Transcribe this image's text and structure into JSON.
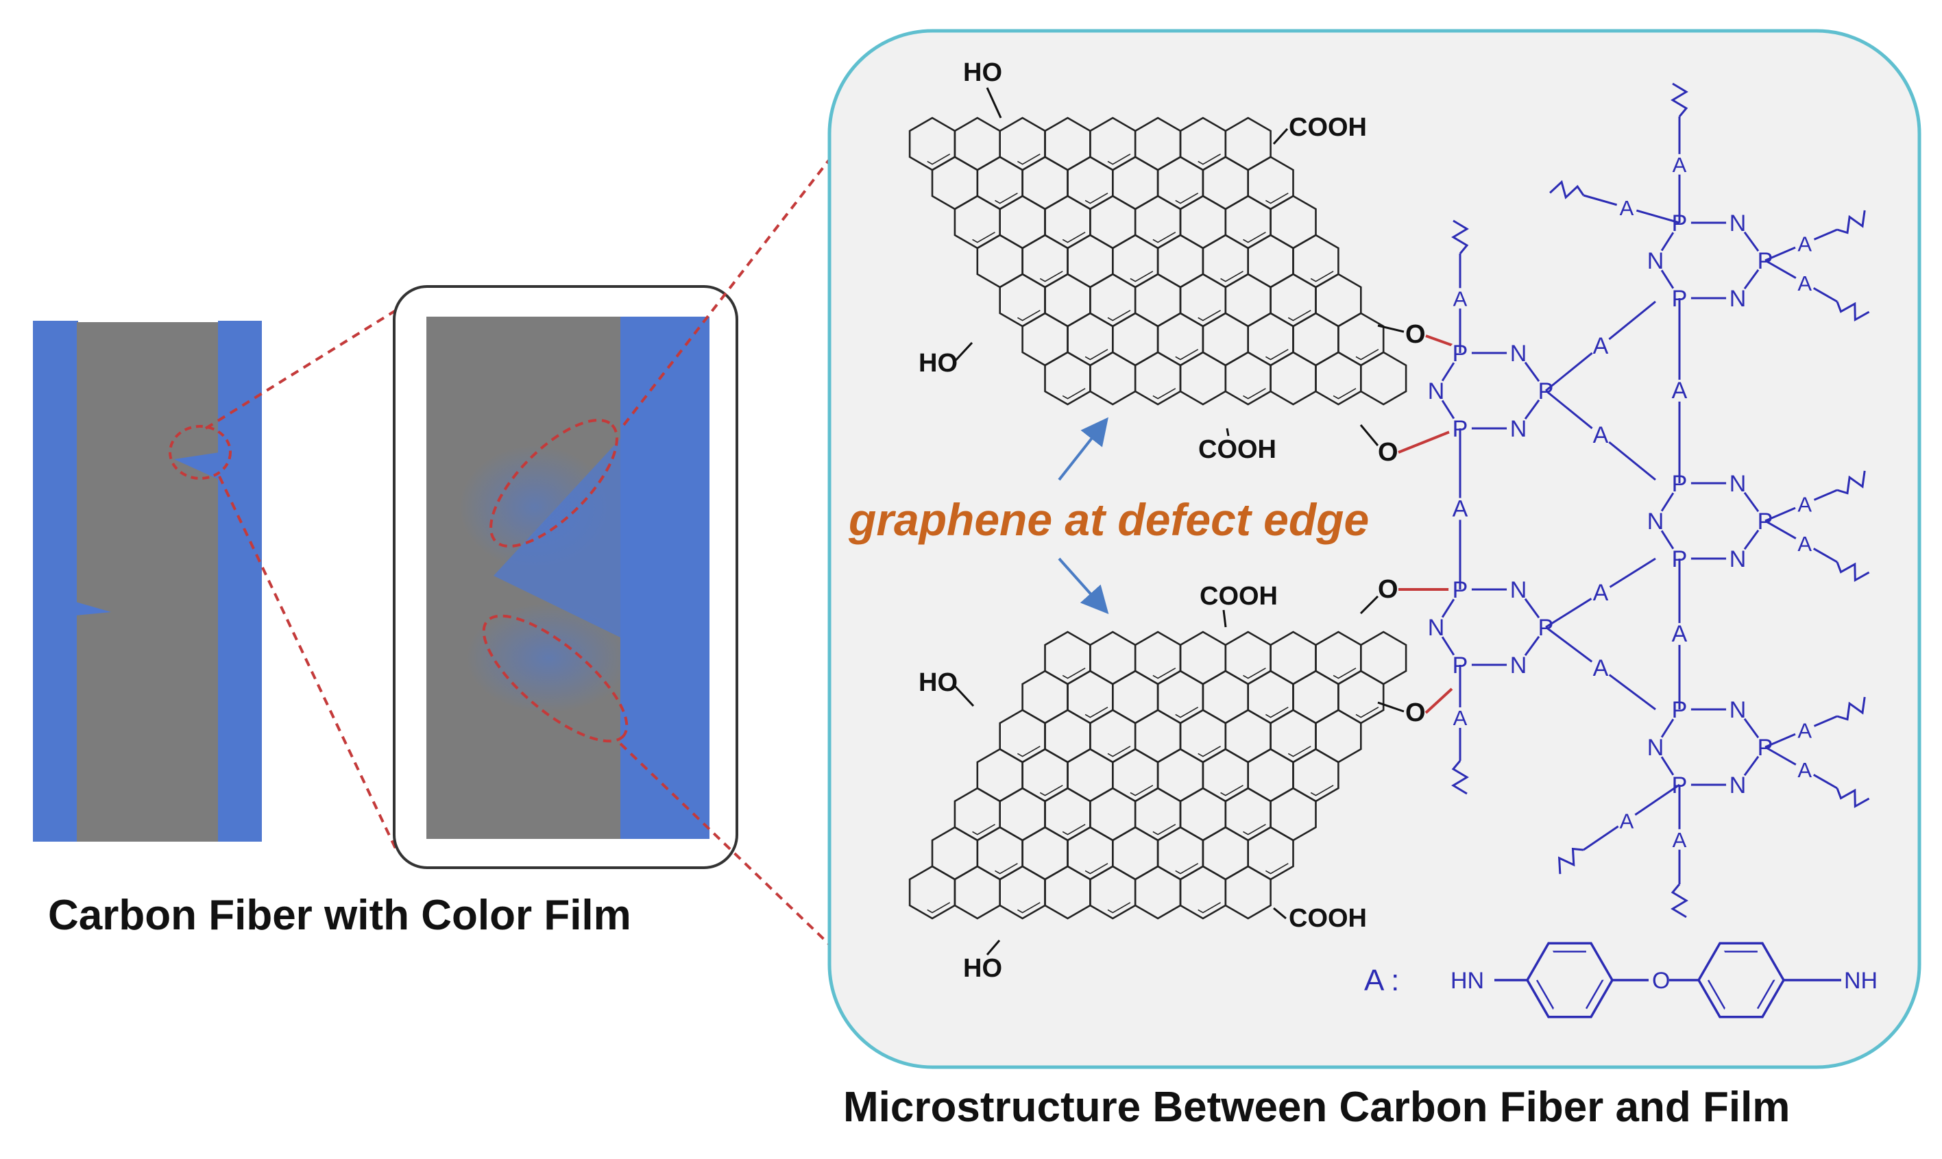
{
  "captions": {
    "left": "Carbon Fiber with Color Film",
    "right": "Microstructure Between Carbon Fiber and Film"
  },
  "callout": "graphene at defect edge",
  "groups": {
    "hydroxyl": "HO",
    "carboxyl": "COOH",
    "oxygen": "O"
  },
  "phosphazene": {
    "phosphorus": "P",
    "nitrogen": "N",
    "linker": "A",
    "legend_label": "A :",
    "amine": "HN",
    "amine_right": "NH",
    "ether_o": "O"
  },
  "colors": {
    "film_blue": "#4f78cf",
    "fiber_gray": "#7c7c7c",
    "defect_red": "#c43a3a",
    "panel_border": "#5fbfcf",
    "panel_fill": "#f1f1f1",
    "polymer_blue": "#2c2cb4",
    "callout_orange": "#c8641e",
    "arrow_blue": "#4a7cc4"
  }
}
